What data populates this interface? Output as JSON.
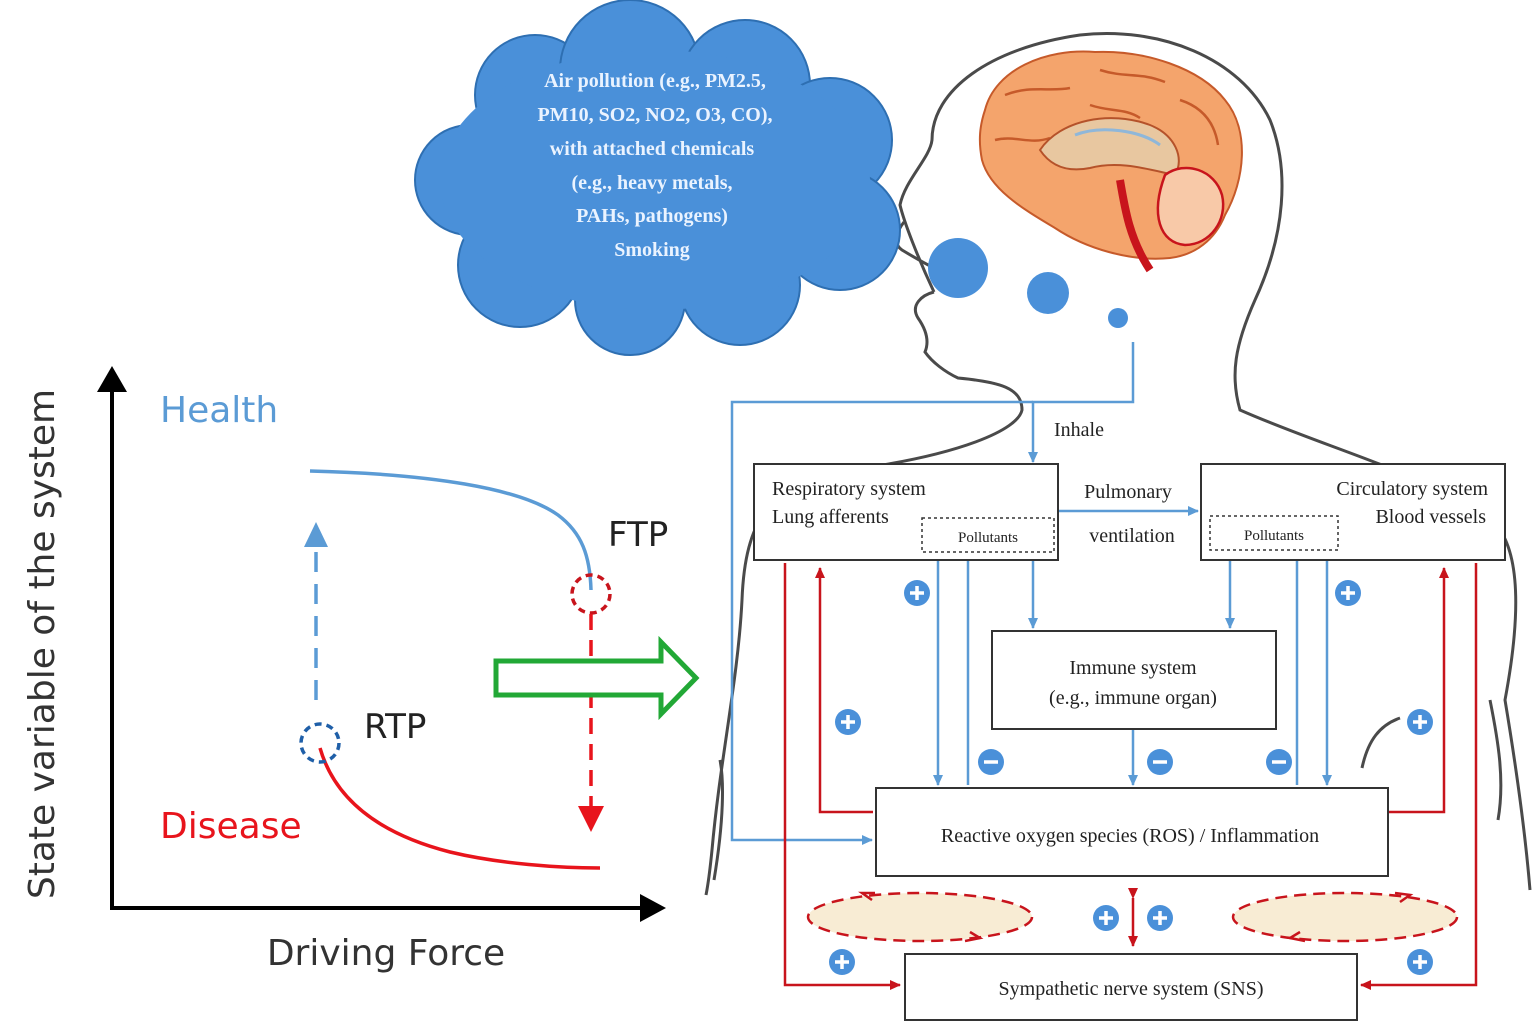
{
  "bifurcation": {
    "y_axis_label": "State variable of the system",
    "x_axis_label": "Driving Force",
    "health_label": "Health",
    "disease_label": "Disease",
    "ftp_label": "FTP",
    "rtp_label": "RTP",
    "health_color": "#5b9bd5",
    "disease_color": "#e8141c",
    "transition_arrow_color": "#22a836"
  },
  "pollution_cloud": {
    "line1": "Air pollution (e.g., PM2.5,",
    "line2": "PM10, SO2, NO2, O3, CO),",
    "line3": "with attached chemicals",
    "line4": "(e.g., heavy metals,",
    "line5": "PAHs, pathogens)",
    "line6": "Smoking",
    "color": "#4a90d9"
  },
  "mechanism": {
    "inhale": "Inhale",
    "pulmonary_ventilation_1": "Pulmonary",
    "pulmonary_ventilation_2": "ventilation",
    "respiratory_title": "Respiratory system",
    "respiratory_subtitle": "Lung afferents",
    "circulatory_title": "Circulatory system",
    "circulatory_subtitle": "Blood vessels",
    "pollutants_left": "Pollutants",
    "pollutants_right": "Pollutants",
    "immune_title": "Immune system",
    "immune_subtitle": "(e.g., immune organ)",
    "ros": "Reactive oxygen species (ROS) / Inflammation",
    "sns": "Sympathetic nerve system (SNS)",
    "blue_arrow_color": "#5b9bd5",
    "red_arrow_color": "#c8141c"
  }
}
